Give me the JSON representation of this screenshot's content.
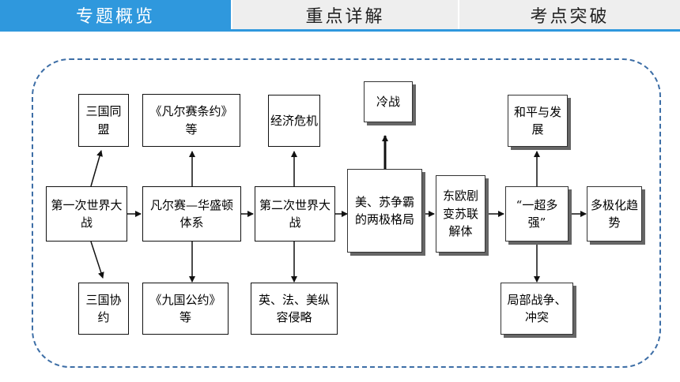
{
  "tabs": [
    {
      "label": "专题概览",
      "active": true
    },
    {
      "label": "重点详解",
      "active": false
    },
    {
      "label": "考点突破",
      "active": false
    }
  ],
  "diagram": {
    "nodes": {
      "ww1": "第一次世界大战",
      "triple_alliance": "三国同盟",
      "triple_entente": "三国协约",
      "vw_system": "凡尔赛—华盛顿体系",
      "versailles_treaty": "《凡尔赛条约》等",
      "nine_power": "《九国公约》等",
      "ww2": "第二次世界大战",
      "crisis": "经济危机",
      "aggression": "英、法、美纵容侵略",
      "bipolar": "美、苏争霸的两极格局",
      "cold_war": "冷战",
      "collapse": "东欧剧变苏联解体",
      "superpower": "“一超多强”",
      "peace": "和平与发展",
      "conflicts": "局部战争、冲突",
      "multipolar": "多极化趋势"
    }
  },
  "colors": {
    "accent": "#2f98dd",
    "frame": "#3d6ea6"
  }
}
